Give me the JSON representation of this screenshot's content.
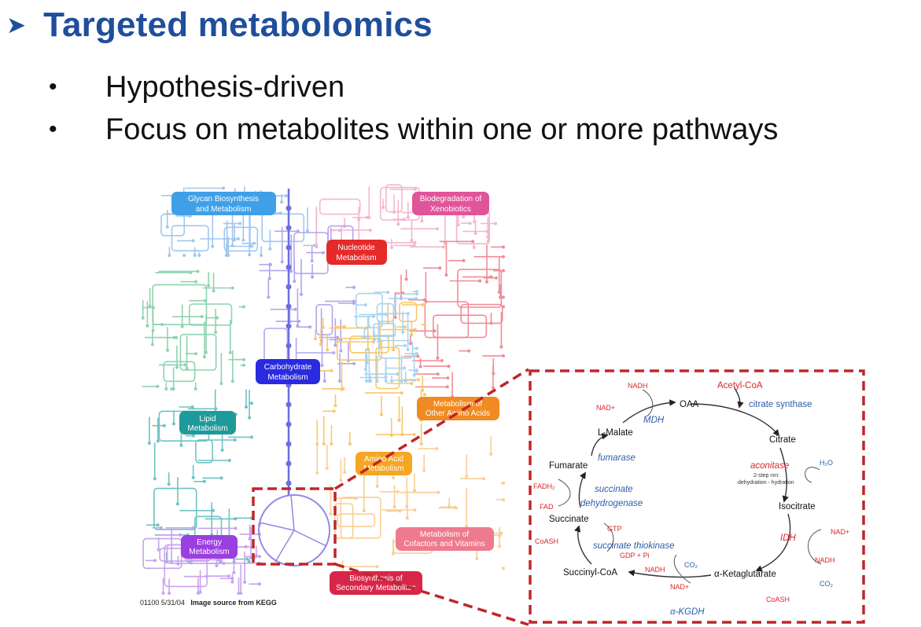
{
  "title": "Targeted metabolomics",
  "bullets": [
    "Hypothesis-driven",
    "Focus on metabolites within one or more pathways"
  ],
  "map": {
    "source_code": "01100  5/31/04",
    "source_text": "Image source from KEGG",
    "categories": [
      {
        "line1": "Glycan Biosynthesis",
        "line2": "and Metabolism",
        "color": "#3fa0e8"
      },
      {
        "line1": "Biodegradation of",
        "line2": "Xenobiotics",
        "color": "#e0559a"
      },
      {
        "line1": "Nucleotide",
        "line2": "Metabolism",
        "color": "#e52a2a"
      },
      {
        "line1": "Carbohydrate",
        "line2": "Metabolism",
        "color": "#2a2ae0"
      },
      {
        "line1": "Lipid",
        "line2": "Metabolism",
        "color": "#1f9a9a"
      },
      {
        "line1": "Metabolism of",
        "line2": "Other Amino Acids",
        "color": "#f08a22"
      },
      {
        "line1": "Amino Acid",
        "line2": "Metabolism",
        "color": "#f5a623"
      },
      {
        "line1": "Metabolism of",
        "line2": "Cofactors and Vitamins",
        "color": "#ee7a8e"
      },
      {
        "line1": "Energy",
        "line2": "Metabolism",
        "color": "#9b3fe0"
      },
      {
        "line1": "Biosynthesis of",
        "line2": "Secondary Metabolites",
        "color": "#d8264a"
      }
    ]
  },
  "tca": {
    "metabolites": [
      "OAA",
      "Acetyl-CoA",
      "Citrate",
      "Isocitrate",
      "α-Ketaglutarate",
      "Succinyl-CoA",
      "Succinate",
      "Fumarate",
      "L-Malate"
    ],
    "enzymes": [
      "citrate synthase",
      "aconitase",
      "IDH",
      "α-KGDH",
      "succinate thiokinase",
      "succinate dehydrogenase",
      "fumarase",
      "MDH"
    ],
    "cofactors": [
      "NADH",
      "NAD+",
      "H₂O",
      "NAD+",
      "NADH",
      "CO₂",
      "CO₂",
      "NADH",
      "NAD+",
      "CoASH",
      "GTP",
      "GDP + Pi",
      "CoASH",
      "FADH₂",
      "FAD"
    ],
    "note_line1": "2-step rxn:",
    "note_line2": "dehydration - hydration"
  },
  "colors": {
    "title": "#1f4e9c",
    "dashed": "#c0262a",
    "enzyme": "#2b5ea8",
    "cofactor": "#d8262a"
  }
}
